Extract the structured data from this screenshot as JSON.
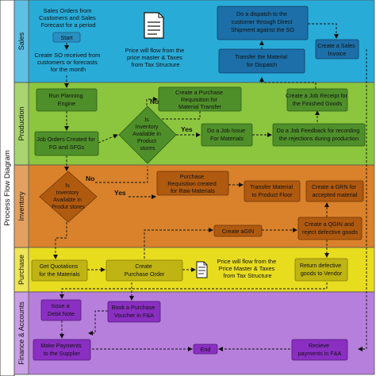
{
  "title": "Process Flow Diagram",
  "lanes": [
    {
      "id": "sales",
      "label": "Sales",
      "color": "#29abd8"
    },
    {
      "id": "production",
      "label": "Production",
      "color": "#8cc63f"
    },
    {
      "id": "inventory",
      "label": "Inventory",
      "color": "#d9822b"
    },
    {
      "id": "purchase",
      "label": "Purchase",
      "color": "#e8dc1f"
    },
    {
      "id": "finance",
      "label": "Finance & Accounts",
      "color": "#b77fdc"
    }
  ],
  "sales": {
    "intro_text": [
      "Sales Orders from",
      "Customers and Sales",
      "Forecast for a period"
    ],
    "start": "Start",
    "create_so": [
      "Create SO received from",
      "customers or forecasts",
      "for the month"
    ],
    "price_note": [
      "Price will flow from the",
      "price master & Taxes",
      "from Tax Structure"
    ],
    "dispatch": [
      "Do a dispatch to the",
      "customer through Direct",
      "Shipment against the SO"
    ],
    "transfer_dispatch": [
      "Transfer the Material",
      "for Dispatch"
    ],
    "sales_invoice": [
      "Create a Sales",
      "Invoice"
    ],
    "document_icon": "document-icon"
  },
  "production": {
    "planning_engine": [
      "Run Planning",
      "Engine"
    ],
    "job_orders": [
      "Job Orders Created for",
      "FG and SFGs"
    ],
    "inventory_decision": [
      "Is",
      "Inventory",
      "Available in",
      "Product",
      "stores"
    ],
    "purchase_req": [
      "Create a Purchase",
      "Requisition for",
      "Material Transfer"
    ],
    "job_receipt": [
      "Create a Job Receipt for",
      "the Finished Goods"
    ],
    "job_issue": [
      "Do a Job Issue",
      "For Materials"
    ],
    "job_feedback": [
      "Do a Job Feedback for recording",
      "the rejections during production"
    ],
    "no_label": "No",
    "yes_label": "Yes"
  },
  "inventory": {
    "inventory_decision": [
      "Is",
      "Inventory",
      "Available in",
      "Produt stores"
    ],
    "purchase_req": [
      "Purchase",
      "Requisition created",
      "for Raw Materials"
    ],
    "transfer_floor": [
      "Transfer Material",
      "to Product Floor"
    ],
    "create_grn": [
      "Create a GRN for",
      "accepted material"
    ],
    "create_agin": "Create aGIN",
    "create_qgin": [
      "Create a QGIN and",
      "reject defective goods"
    ],
    "no_label": "No",
    "yes_label": "Yes"
  },
  "purchase": {
    "quotations": [
      "Get Quotations",
      "for the Materials"
    ],
    "purchase_order": [
      "Create",
      "Purchase Order"
    ],
    "price_note": [
      "Price will flow from the",
      "Price Master & Taxes",
      "from Tax Structure"
    ],
    "return_defective": [
      "Return defective",
      "goods to Vendor"
    ],
    "document_icon": "document-icon"
  },
  "finance": {
    "debit_note": [
      "Issue a",
      "Debit Note"
    ],
    "purchase_voucher": [
      "Book a Purchase",
      "Voucher in F&A"
    ],
    "make_payments": [
      "Make Payments",
      "to the Supplier"
    ],
    "end": "End",
    "receive_payments": [
      "Recieve",
      "payments in F&A"
    ]
  }
}
